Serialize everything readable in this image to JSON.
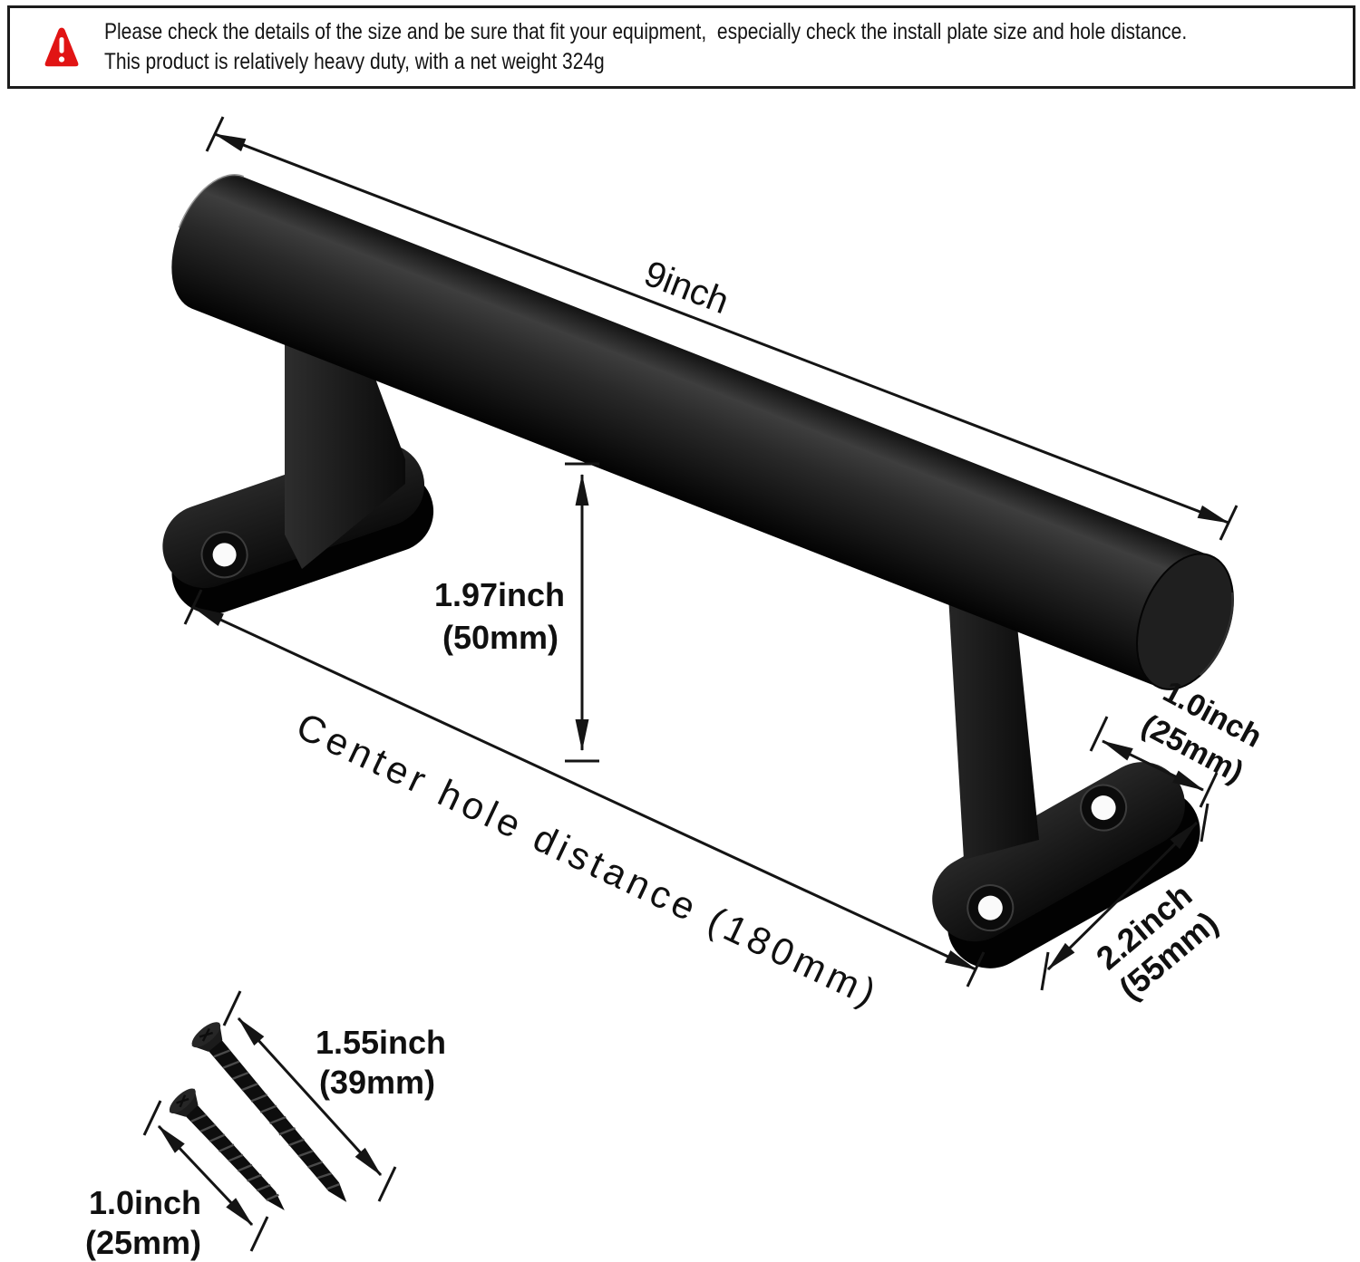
{
  "banner": {
    "line1": "Please check the details of the size and be sure that fit your equipment,  especially check the install plate size and hole distance.",
    "line2": "This product is relatively heavy duty, with a net weight 324g",
    "icon": "warning-triangle",
    "icon_color": "#e11414",
    "border_color": "#1c1c1c"
  },
  "labels": {
    "handle_length": "9inch",
    "bracket_height_in": "1.97inch",
    "bracket_height_mm": "(50mm)",
    "center_hole_distance": "Center hole distance (180mm)",
    "plate_width_in": "1.0inch",
    "plate_width_mm": "(25mm)",
    "plate_length_in": "2.2inch",
    "plate_length_mm": "(55mm)",
    "screw_long_in": "1.55inch",
    "screw_long_mm": "(39mm)",
    "screw_short_in": "1.0inch",
    "screw_short_mm": "(25mm)"
  },
  "colors": {
    "ink": "#141414",
    "metal_black": "#1a1a1a",
    "hole_white": "#fafafa"
  }
}
